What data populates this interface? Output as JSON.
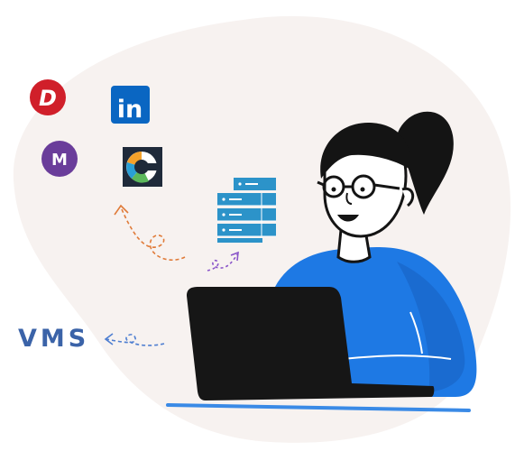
{
  "label": {
    "text": "VMS"
  },
  "logos": {
    "linkedin": {
      "text": "in",
      "color": "#0a66c2",
      "icon": "linkedin-icon"
    },
    "d_logo": {
      "text": "D",
      "color": "#d01f2a",
      "icon": "d-logo-icon"
    },
    "m_logo": {
      "text": "M",
      "color": "#6a3d9a",
      "icon": "m-logo-icon"
    },
    "c_logo": {
      "color": "#1f2a3a",
      "icon": "c-logo-icon"
    }
  },
  "colors": {
    "blob": "#f7f2f0",
    "sweater": "#1e79e4",
    "laptop": "#161616",
    "server": "#2c93c9",
    "arrow_orange": "#e07b39",
    "arrow_purple": "#8a55c9",
    "arrow_blue": "#4f7fd1",
    "desk": "#3a8ae6"
  }
}
